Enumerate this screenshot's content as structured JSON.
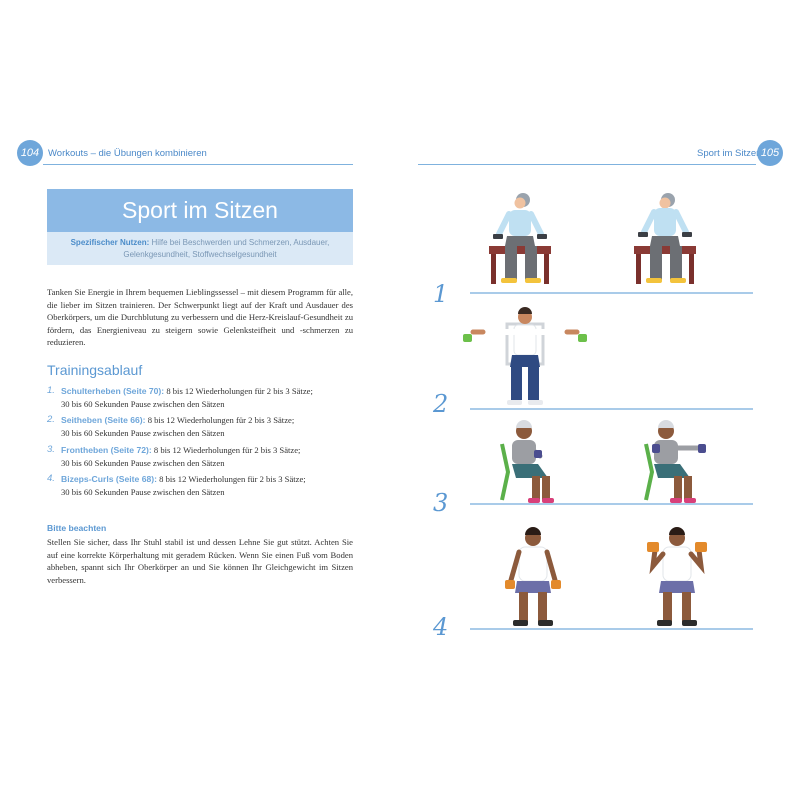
{
  "header": {
    "left_page_number": "104",
    "left_running_head": "Workouts – die Übungen kombinieren",
    "right_running_head": "Sport im Sitzen",
    "right_page_number": "105"
  },
  "title": "Sport im Sitzen",
  "subtitle": {
    "label": "Spezifischer Nutzen:",
    "text_line1": "Hilfe bei Beschwerden und Schmerzen, Ausdauer,",
    "text_line2": "Gelenkgesundheit, Stoffwechselgesundheit"
  },
  "intro": "Tanken Sie Energie in Ihrem bequemen Lieblingssessel – mit diesem Programm für alle, die lieber im Sitzen trainieren. Der Schwerpunkt liegt auf der Kraft und Ausdauer des Oberkörpers, um die Durchblutung zu verbessern und die Herz-Kreislauf-Gesundheit zu fördern, das Energieniveau zu steigern sowie Gelenksteifheit und -schmerzen zu reduzieren.",
  "training": {
    "heading": "Trainingsablauf",
    "steps": [
      {
        "num": "1.",
        "exercise": "Schulterheben (Seite 70):",
        "line1": "8 bis 12 Wiederholungen für 2 bis 3 Sätze;",
        "line2": "30 bis 60 Sekunden Pause zwischen den Sätzen"
      },
      {
        "num": "2.",
        "exercise": "Seitheben (Seite 66):",
        "line1": "8 bis 12 Wiederholungen für 2 bis 3 Sätze;",
        "line2": "30 bis 60 Sekunden Pause zwischen den Sätzen"
      },
      {
        "num": "3.",
        "exercise": "Frontheben (Seite 72):",
        "line1": "8 bis 12 Wiederholungen für 2 bis 3 Sätze;",
        "line2": "30 bis 60 Sekunden Pause zwischen den Sätzen"
      },
      {
        "num": "4.",
        "exercise": "Bizeps-Curls (Seite 68):",
        "line1": "8 bis 12 Wiederholungen für 2 bis 3 Sätze;",
        "line2": "30 bis 60 Sekunden Pause zwischen den Sätzen"
      }
    ]
  },
  "note": {
    "heading": "Bitte beachten",
    "text": "Stellen Sie sicher, dass Ihr Stuhl stabil ist und dessen Lehne Sie gut stützt. Achten Sie auf eine korrekte Körperhaltung mit geradem Rücken. Wenn Sie einen Fuß vom Boden abheben, spannt sich Ihr Oberkörper an und Sie können Ihr Gleichgewicht im Sitzen verbessern."
  },
  "illustration_rows": [
    {
      "number": "1"
    },
    {
      "number": "2"
    },
    {
      "number": "3"
    },
    {
      "number": "4"
    }
  ],
  "colors": {
    "accent": "#6ea6da",
    "title_bg": "#8cb9e5",
    "subtitle_bg": "#dbe9f6"
  },
  "icons": [
    "seated-woman-dumbbells-figure",
    "seated-man-lateral-raise-figure",
    "seated-man-front-raise-figure",
    "seated-man-biceps-curl-figure"
  ]
}
